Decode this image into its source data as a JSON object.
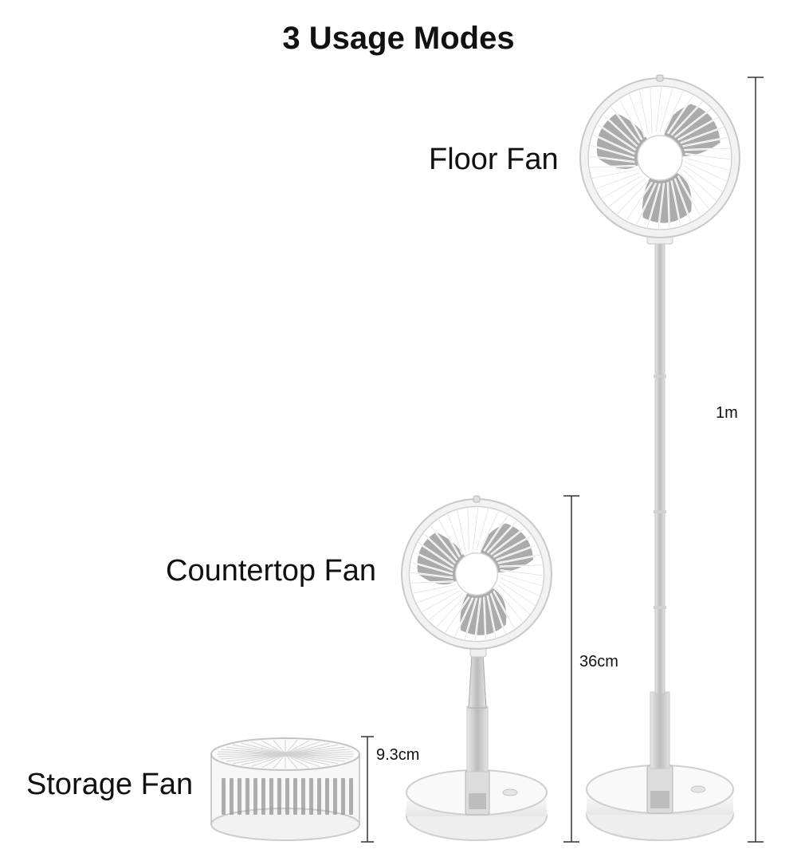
{
  "title": "3 Usage Modes",
  "modes": {
    "floor": {
      "label": "Floor Fan",
      "height": "1m"
    },
    "countertop": {
      "label": "Countertop Fan",
      "height": "36cm"
    },
    "storage": {
      "label": "Storage Fan",
      "height": "9.3cm"
    }
  },
  "colors": {
    "fan_body": "#ffffff",
    "fan_outline": "#c8c8c8",
    "blade": "#8f8f8f",
    "pole": "#bdbdbd",
    "dimension_line": "#333333"
  }
}
